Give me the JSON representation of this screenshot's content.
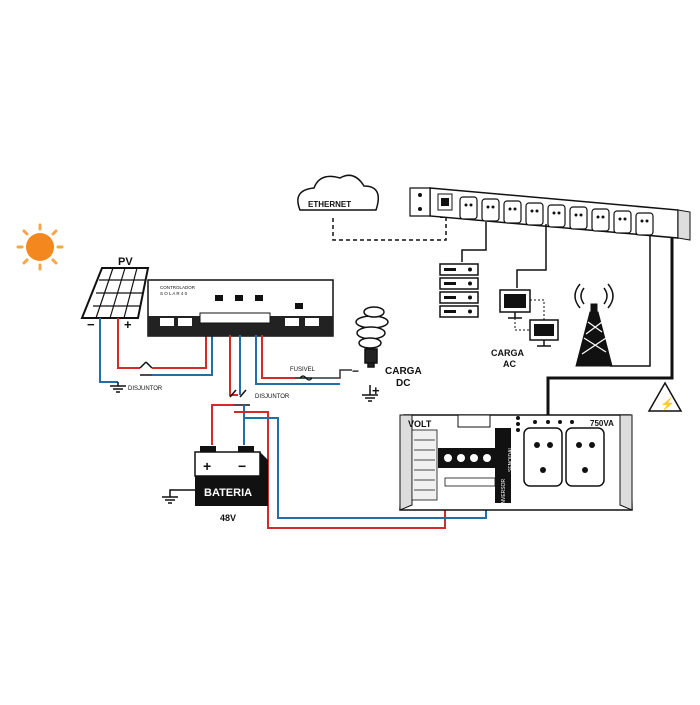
{
  "labels": {
    "pv": "PV",
    "pv_minus": "−",
    "pv_plus": "+",
    "disjuntor_pv": "DISJUNTOR",
    "disjuntor_bat": "DISJUNTOR",
    "fusivel": "FUSIVEL",
    "carga_dc_1": "CARGA",
    "carga_dc_2": "DC",
    "dc_minus": "−",
    "dc_plus": "+",
    "ethernet": "ETHERNET",
    "bateria": "BATERIA",
    "bat_plus": "+",
    "bat_minus": "−",
    "bat_voltage": "48V",
    "carga_ac_1": "CARGA",
    "carga_ac_2": "AC",
    "controller_line1": "CONTROLADOR",
    "controller_line2": "S O L A R  4 0",
    "inverter_brand": "VOLT",
    "inverter_power": "750VA",
    "inverter_side1": "INVERSOR",
    "inverter_side2": "SENOIDAL",
    "warning_symbol": "⚡"
  },
  "icons": [
    "sun-icon",
    "solar-panel-icon",
    "cloud-icon",
    "server-icon",
    "monitor-icon",
    "antenna-tower-icon",
    "lightbulb-icon",
    "battery-icon",
    "warning-icon",
    "ground-icon"
  ],
  "colors": {
    "positive_wire": "#d42a2a",
    "negative_wire": "#1f6fa8",
    "signal_wire": "#333333",
    "sun": "#f5871f"
  }
}
